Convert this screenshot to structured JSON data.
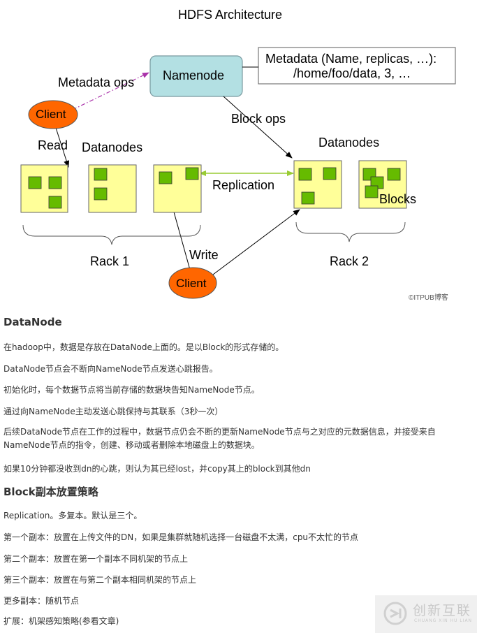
{
  "diagram": {
    "title": "HDFS Architecture",
    "namenode": "Namenode",
    "metadata_line1": "Metadata (Name, replicas, …):",
    "metadata_line2": "/home/foo/data, 3, …",
    "metadata_ops": "Metadata ops",
    "block_ops": "Block ops",
    "client_read": "Client",
    "client_write": "Client",
    "read": "Read",
    "write": "Write",
    "datanodes_left": "Datanodes",
    "datanodes_right": "Datanodes",
    "replication": "Replication",
    "blocks": "Blocks",
    "rack1": "Rack 1",
    "rack2": "Rack 2",
    "credit": "©ITPUB博客",
    "colors": {
      "namenode_fill": "#b3e0e3",
      "client_fill": "#ff6600",
      "datanode_fill": "#ffff99",
      "block_fill": "#66bb00",
      "replication_line": "#99cc33",
      "metadata_ops_line": "#aa33aa"
    }
  },
  "article": {
    "heading1": "DataNode",
    "p1": "在hadoop中，数据是存放在DataNode上面的。是以Block的形式存储的。",
    "p2": "DataNode节点会不断向NameNode节点发送心跳报告。",
    "p3": "初始化时，每个数据节点将当前存储的数据块告知NameNode节点。",
    "p4": "通过向NameNode主动发送心跳保持与其联系（3秒一次）",
    "p5": "后续DataNode节点在工作的过程中，数据节点仍会不断的更新NameNode节点与之对应的元数据信息，并接受来自NameNode节点的指令，创建、移动或者删除本地磁盘上的数据块。",
    "p6": "如果10分钟都没收到dn的心跳，则认为其已经lost，并copy其上的block到其他dn",
    "heading2": "Block副本放置策略",
    "p7": "Replication。多复本。默认是三个。",
    "p8": "第一个副本：放置在上传文件的DN，如果是集群就随机选择一台磁盘不太满，cpu不太忙的节点",
    "p9": "第二个副本：放置在第一个副本不同机架的节点上",
    "p10": "第三个副本：放置在与第二个副本相同机架的节点上",
    "p11": "更多副本：随机节点",
    "p12": "扩展：机架感知策略(参看文章)"
  },
  "watermark": {
    "title": "创新互联",
    "subtitle": "CHUANG XIN HU LIAN"
  }
}
